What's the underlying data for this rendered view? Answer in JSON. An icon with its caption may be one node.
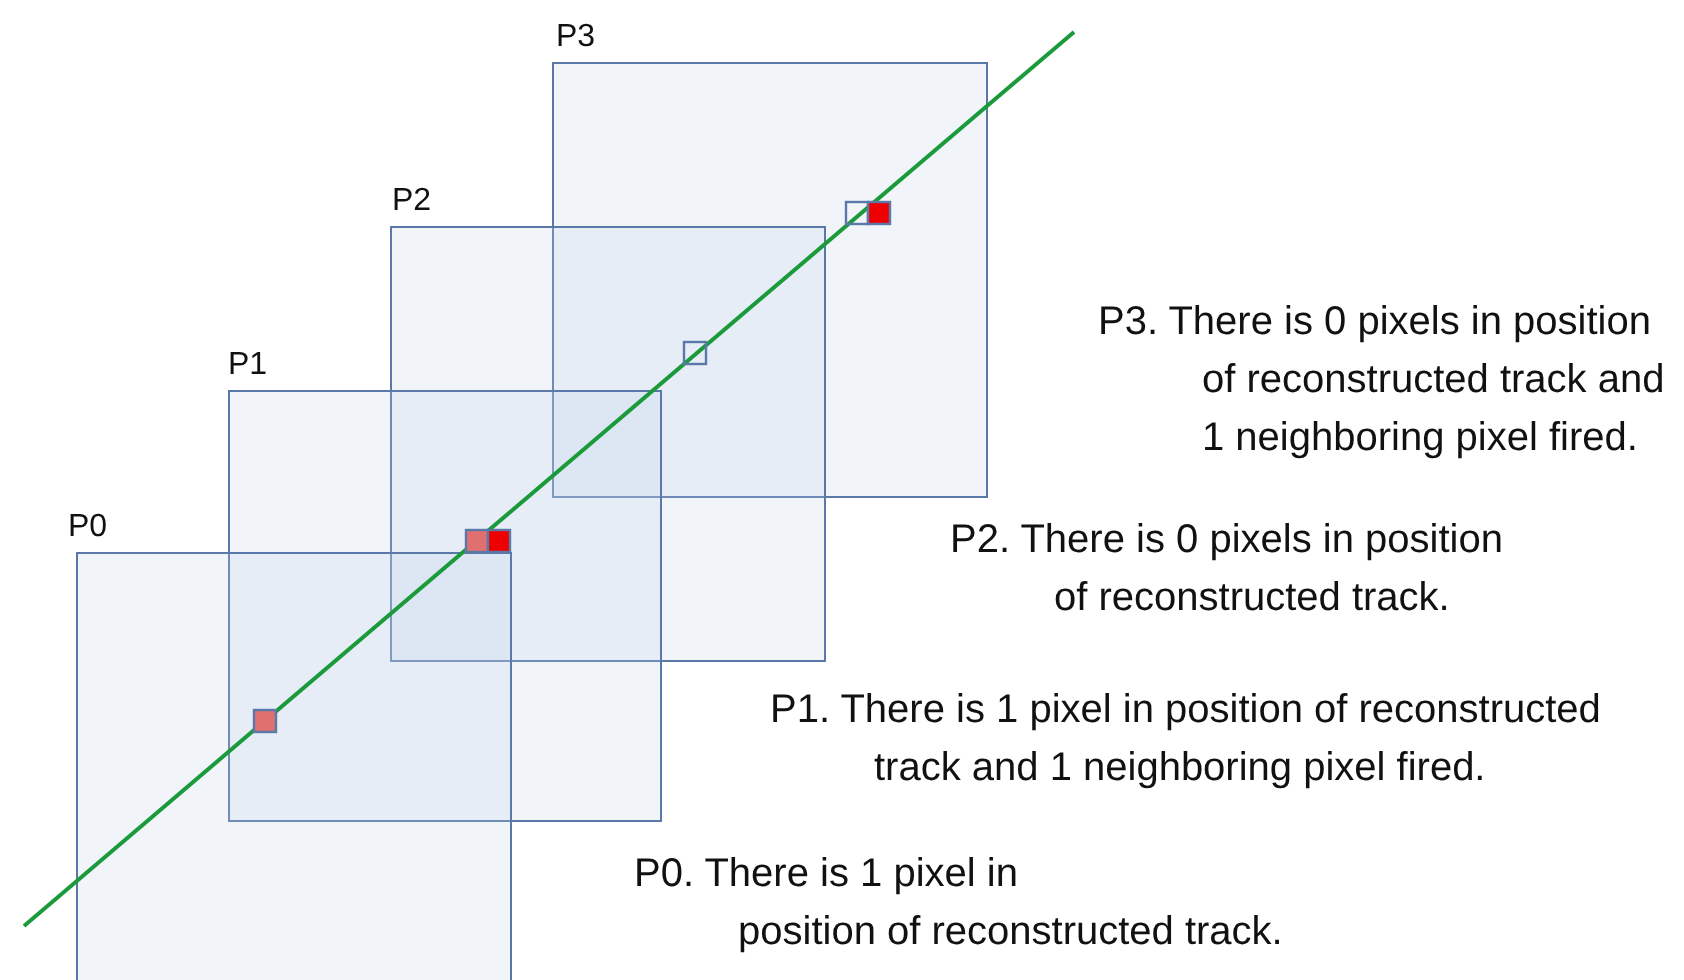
{
  "diagram": {
    "nodes": [
      {
        "text": [
          "P3"
        ]
      },
      {
        "text": [
          "P2"
        ]
      },
      {
        "text": [
          "P1"
        ]
      },
      {
        "text": [
          "P0"
        ]
      }
    ],
    "labels": [
      "P3. There is 0 pixels in position of reconstructed track and 1 neighboring pixel fired.",
      "P2. There is 0 pixels in position of reconstructed track.",
      "P1. There is 1 pixel in position of reconstructed track and 1 neighboring pixel fired.",
      "P0. There is 1 pixel in position of reconstructed track."
    ]
  }
}
